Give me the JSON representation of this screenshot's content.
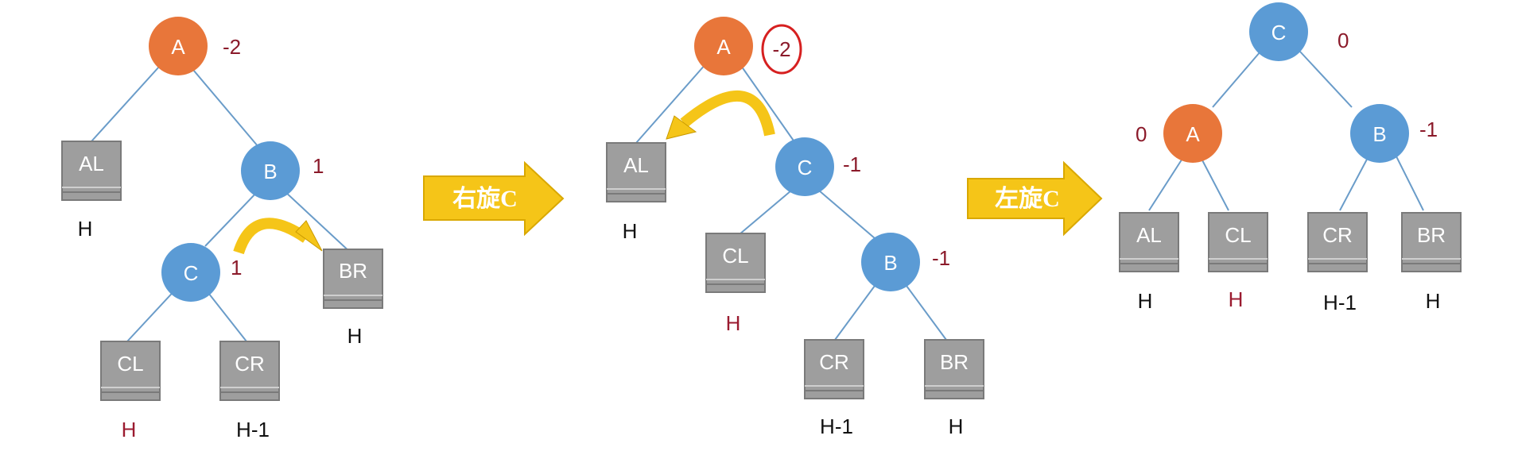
{
  "colors": {
    "orange_node": "#e8763a",
    "blue_node": "#5b9bd5",
    "box": "#9e9e9e",
    "edge": "#5b8fc0",
    "arrow": "#f5c518",
    "bf_text": "#8b1a2a",
    "h_red": "#9b1b30"
  },
  "arrows": {
    "right_rotate": "右旋C",
    "left_rotate": "左旋C"
  },
  "panel1": {
    "A": {
      "label": "A",
      "bf": "-2"
    },
    "B": {
      "label": "B",
      "bf": "1"
    },
    "C": {
      "label": "C",
      "bf": "1"
    },
    "AL": {
      "label": "AL",
      "height": "H"
    },
    "BR": {
      "label": "BR",
      "height": "H"
    },
    "CL": {
      "label": "CL",
      "height": "H"
    },
    "CR": {
      "label": "CR",
      "height": "H-1"
    }
  },
  "panel2": {
    "A": {
      "label": "A",
      "bf": "-2"
    },
    "C": {
      "label": "C",
      "bf": "-1"
    },
    "B": {
      "label": "B",
      "bf": "-1"
    },
    "AL": {
      "label": "AL",
      "height": "H"
    },
    "CL": {
      "label": "CL",
      "height": "H"
    },
    "CR": {
      "label": "CR",
      "height": "H-1"
    },
    "BR": {
      "label": "BR",
      "height": "H"
    }
  },
  "panel3": {
    "C": {
      "label": "C",
      "bf": "0"
    },
    "A": {
      "label": "A",
      "bf": "0"
    },
    "B": {
      "label": "B",
      "bf": "-1"
    },
    "AL": {
      "label": "AL",
      "height": "H"
    },
    "CL": {
      "label": "CL",
      "height": "H"
    },
    "CR": {
      "label": "CR",
      "height": "H-1"
    },
    "BR": {
      "label": "BR",
      "height": "H"
    }
  }
}
